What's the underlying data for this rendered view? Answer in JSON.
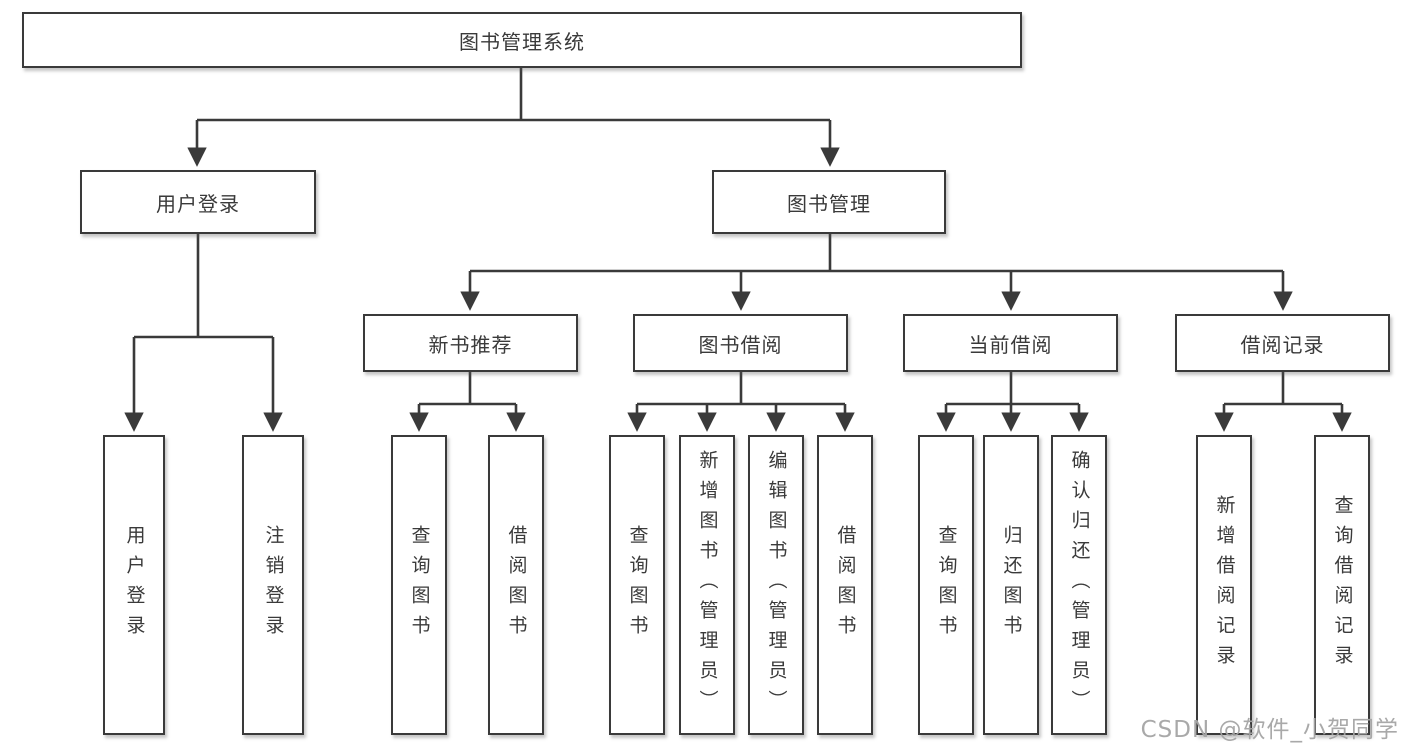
{
  "diagram": {
    "nodes": {
      "root": "图书管理系统",
      "user_login": "用户登录",
      "book_management": "图书管理",
      "new_book_recommend": "新书推荐",
      "book_borrowing": "图书借阅",
      "current_borrowing": "当前借阅",
      "borrowing_records": "借阅记录",
      "leaf_user_login": "用户登录",
      "leaf_logout": "注销登录",
      "leaf_nb_query_books": "查询图书",
      "leaf_nb_borrow_books": "借阅图书",
      "leaf_bb_query_books": "查询图书",
      "leaf_bb_add_books": "新增图书（管理员）",
      "leaf_bb_edit_books": "编辑图书（管理员）",
      "leaf_bb_borrow_books": "借阅图书",
      "leaf_cb_query_books": "查询图书",
      "leaf_cb_return_books": "归还图书",
      "leaf_cb_confirm_return": "确认归还（管理员）",
      "leaf_br_add_record": "新增借阅记录",
      "leaf_br_query_record": "查询借阅记录"
    },
    "watermark": "CSDN @软件_小贺同学",
    "colors": {
      "line": "#3a3a3a",
      "box_border": "#3a3a3a",
      "text": "#3a3a3a",
      "watermark": "#a4a4a4",
      "background": "#ffffff"
    }
  }
}
